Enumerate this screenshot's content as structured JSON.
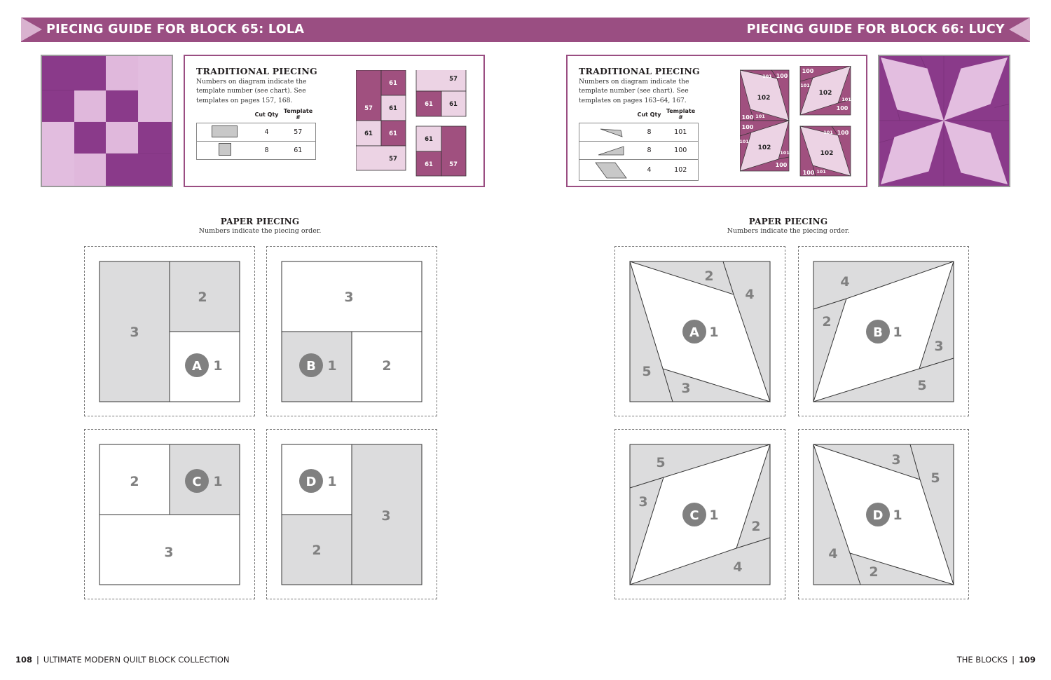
{
  "left_page": {
    "banner_title": "PIECING GUIDE FOR BLOCK 65: LOLA",
    "traditional": {
      "heading": "TRADITIONAL PIECING",
      "description": "Numbers on diagram indicate the template number (see chart). See templates on pages 157, 168.",
      "columns": [
        "Cut Qty",
        "Template #"
      ],
      "rows": [
        {
          "shape": "rectangle",
          "qty": "4",
          "template": "57"
        },
        {
          "shape": "square",
          "qty": "8",
          "template": "61"
        }
      ],
      "diagram_labels": {
        "tall_left": [
          "61",
          "57",
          "61",
          "61",
          "61",
          "57"
        ],
        "top_right": [
          "57",
          "61",
          "61"
        ],
        "bottom_right": [
          "61",
          "61",
          "57"
        ]
      }
    },
    "paper_piecing": {
      "heading": "PAPER PIECING",
      "subheading": "Numbers indicate the piecing order.",
      "units": [
        {
          "letter": "A",
          "labels": [
            "1",
            "2",
            "3"
          ]
        },
        {
          "letter": "B",
          "labels": [
            "1",
            "2",
            "3"
          ]
        },
        {
          "letter": "C",
          "labels": [
            "1",
            "2",
            "3"
          ]
        },
        {
          "letter": "D",
          "labels": [
            "1",
            "2",
            "3"
          ]
        }
      ]
    },
    "footer": {
      "page_number": "108",
      "separator": "|",
      "book_title": "ULTIMATE MODERN QUILT BLOCK COLLECTION"
    }
  },
  "right_page": {
    "banner_title": "PIECING GUIDE FOR BLOCK 66: LUCY",
    "traditional": {
      "heading": "TRADITIONAL PIECING",
      "description": "Numbers on diagram indicate the template number (see chart). See templates on pages 163–64, 167.",
      "columns": [
        "Cut Qty",
        "Template #"
      ],
      "rows": [
        {
          "shape": "small-triangle",
          "qty": "8",
          "template": "101"
        },
        {
          "shape": "long-triangle",
          "qty": "8",
          "template": "100"
        },
        {
          "shape": "parallelogram",
          "qty": "4",
          "template": "102"
        }
      ],
      "diagram_labels": {
        "large": "102",
        "small_a": "101",
        "small_b": "100"
      }
    },
    "paper_piecing": {
      "heading": "PAPER PIECING",
      "subheading": "Numbers indicate the piecing order.",
      "units": [
        {
          "letter": "A",
          "labels": [
            "1",
            "2",
            "3",
            "4",
            "5"
          ]
        },
        {
          "letter": "B",
          "labels": [
            "1",
            "2",
            "3",
            "4",
            "5"
          ]
        },
        {
          "letter": "C",
          "labels": [
            "1",
            "2",
            "3",
            "4",
            "5"
          ]
        },
        {
          "letter": "D",
          "labels": [
            "1",
            "2",
            "3",
            "4",
            "5"
          ]
        }
      ]
    },
    "footer": {
      "section": "THE BLOCKS",
      "separator": "|",
      "page_number": "109"
    }
  },
  "colors": {
    "banner": "#9a4e82",
    "banner_triangle": "#d9b2cf",
    "dark_fabric": "#8a3a8a",
    "light_fabric": "#e0b8dc",
    "diagram_dark": "#a0507f",
    "diagram_light": "#ecd3e4",
    "pp_gray": "#dcdcdd",
    "pp_label": "#808080"
  }
}
